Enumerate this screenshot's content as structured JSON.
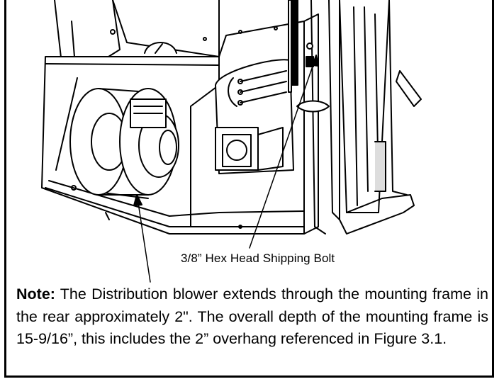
{
  "callout": {
    "label": "3/8” Hex Head Shipping Bolt"
  },
  "note": {
    "heading": "Note:",
    "body": " The Distribution blower extends through the mounting frame in the rear approximately 2\". The overall depth of the mounting frame is 15-9/16”, this includes the 2” overhang referenced in Figure 3.1."
  }
}
